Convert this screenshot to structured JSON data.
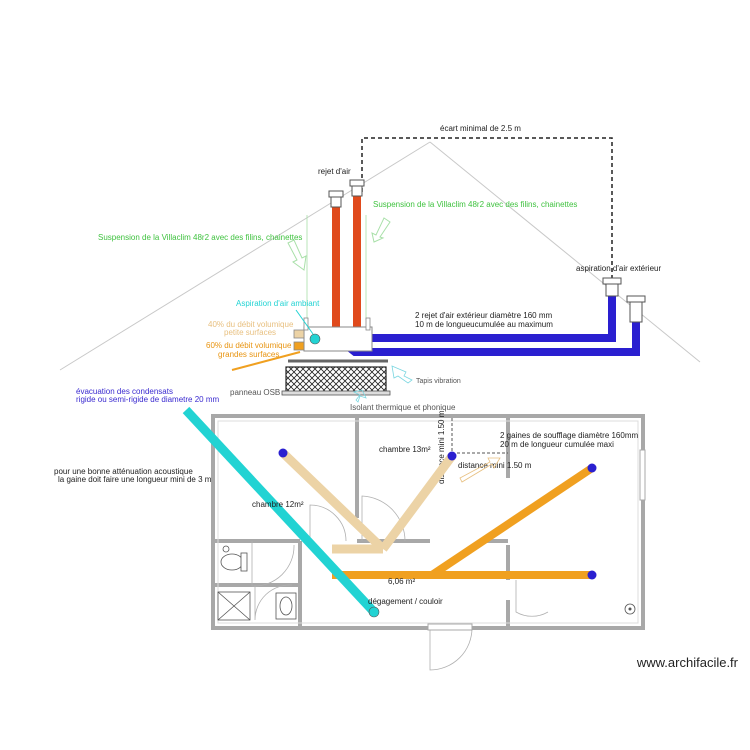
{
  "labels": {
    "ecart": "écart minimal de 2.5 m",
    "rejet_air": "rejet d'air",
    "suspension_left": "Suspension de la Villaclim 48r2 avec des filins, chainettes",
    "suspension_right": "Suspension de la Villaclim 48r2 avec des filins, chainettes",
    "aspiration_ext": "aspiration d'air extérieur",
    "aspiration_amb": "Aspiration d'air ambiant",
    "debit40_1": "40% du débit volumique",
    "debit40_2": "petite surfaces",
    "debit60_1": "60% du débit volumique",
    "debit60_2": "grandes surfaces",
    "rejet_ext_1": "2 rejet d'air extérieur diamètre 160 mm",
    "rejet_ext_2": "10 m de longueucumulée au maximum",
    "evac_1": "évacuation des condensats",
    "evac_2": "rigide ou semi-rigide de diametre 20 mm",
    "panneau": "panneau OSB",
    "tapis": "Tapis vibration",
    "isolant": "Isolant thermique et phonique",
    "attenuation_1": "pour une bonne atténuation acoustique",
    "attenuation_2": "la gaine doit faire une longueur mini de 3 m",
    "chambre13": "chambre 13m²",
    "chambre12": "chambre 12m²",
    "distance_v": "distance mini 1.50 m",
    "distance_h": "distance mini 1.50 m",
    "gaines_1": "2 gaines de soufflage  diamètre 160mm",
    "gaines_2": "20 m de longueur cumulée maxi",
    "area": "6,06 m²",
    "degagement": "dégagement / couloir",
    "watermark": "www.archifacile.fr"
  },
  "colors": {
    "green_text": "#3fc23f",
    "cyan": "#22d3d3",
    "blue_duct": "#2a1fd0",
    "red_duct": "#e04a1c",
    "orange": "#f0a020",
    "tan": "#ecd3a6",
    "wall": "#a8a8a8",
    "indigo_text": "#3a2ad0",
    "orange_text": "#e89410",
    "tan_text": "#e8c080"
  }
}
